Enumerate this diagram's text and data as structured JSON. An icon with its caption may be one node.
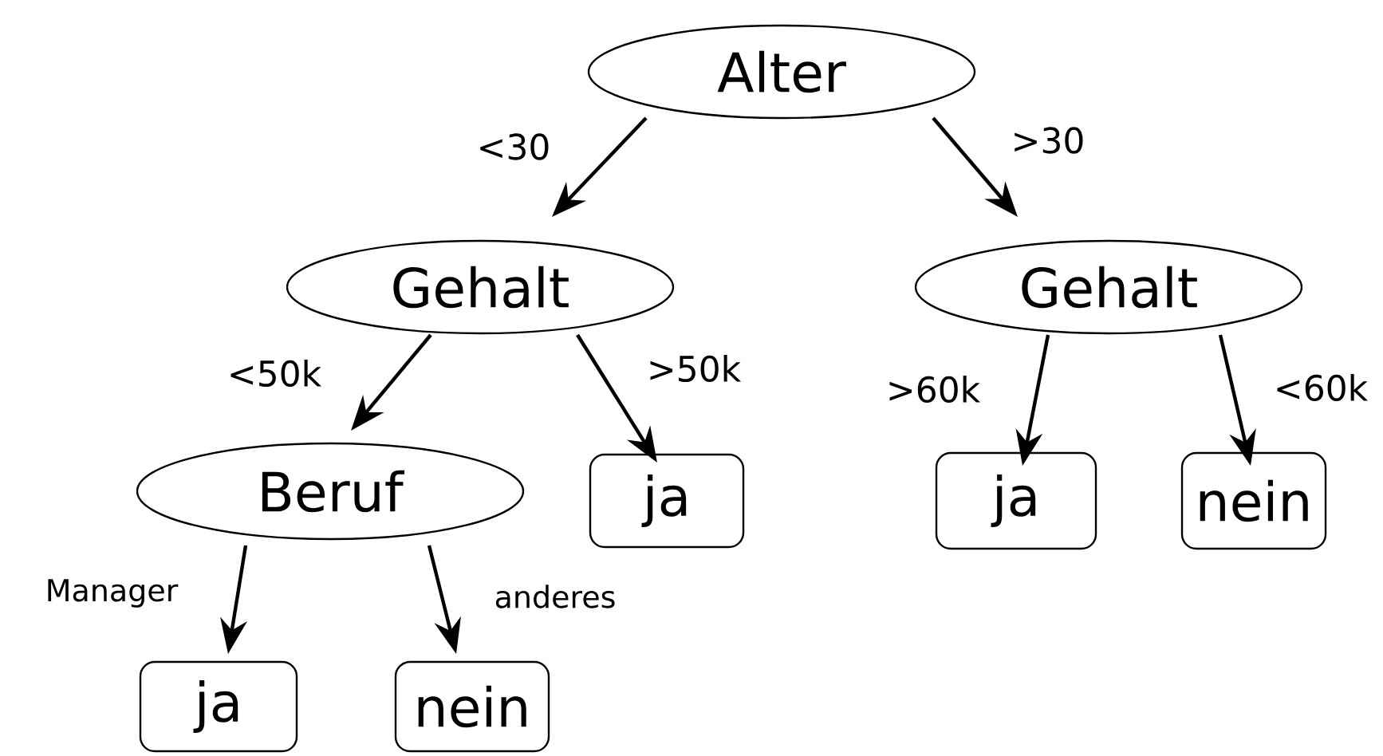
{
  "diagram": {
    "nodes": [
      {
        "text": [
          "Alter"
        ]
      },
      {
        "text": [
          "Gehalt"
        ]
      },
      {
        "text": [
          "Gehalt"
        ]
      },
      {
        "text": [
          "Beruf"
        ]
      },
      {
        "text": [
          "ja"
        ]
      },
      {
        "text": [
          "ja"
        ]
      },
      {
        "text": [
          "nein"
        ]
      },
      {
        "text": [
          "ja"
        ]
      },
      {
        "text": [
          "nein"
        ]
      }
    ],
    "edges": [
      {
        "from": 0,
        "to": 1,
        "arrow": "to",
        "label": "<30"
      },
      {
        "from": 0,
        "to": 2,
        "arrow": "to",
        "label": ">30"
      },
      {
        "from": 1,
        "to": 3,
        "arrow": "to",
        "label": "<50k"
      },
      {
        "from": 1,
        "to": 4,
        "arrow": "to",
        "label": ">50k"
      },
      {
        "from": 2,
        "to": 5,
        "arrow": "to",
        "label": ">60k"
      },
      {
        "from": 2,
        "to": 6,
        "arrow": "to",
        "label": "<60k"
      },
      {
        "from": 3,
        "to": 7,
        "arrow": "to",
        "label": "Manager"
      },
      {
        "from": 3,
        "to": 8,
        "arrow": "to",
        "label": "anderes"
      }
    ]
  }
}
